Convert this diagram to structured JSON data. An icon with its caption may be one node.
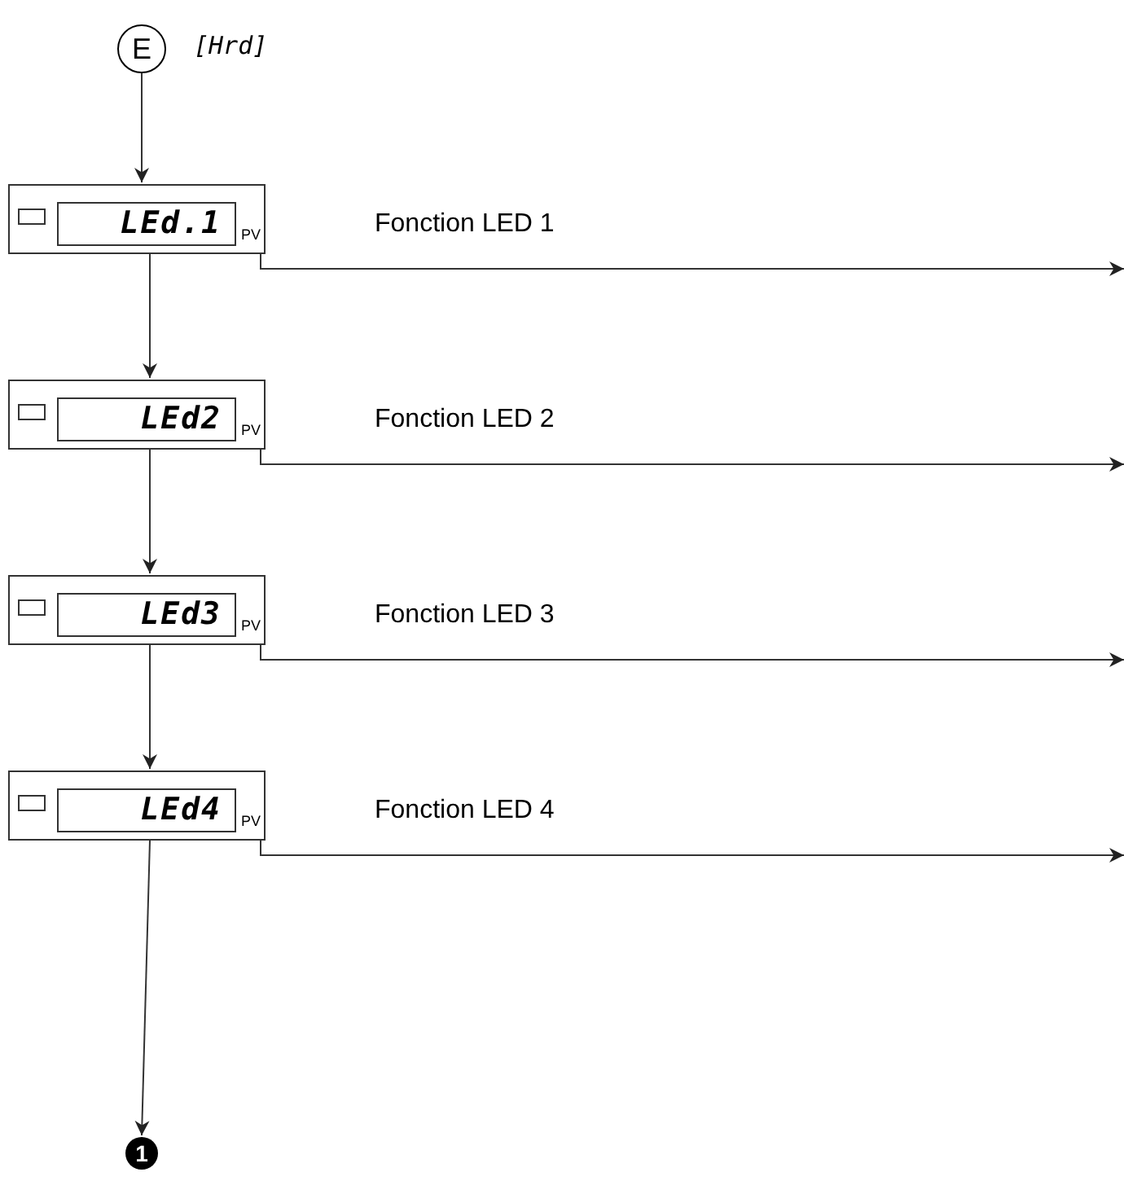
{
  "diagram": {
    "nodes": [
      {
        "text": [
          "E"
        ],
        "beside": [
          "[Hrd]"
        ]
      },
      {
        "text": [
          "LEd.1",
          "PV"
        ]
      },
      {
        "text": [
          "LEd2",
          "PV"
        ]
      },
      {
        "text": [
          "LEd3",
          "PV"
        ]
      },
      {
        "text": [
          "LEd4",
          "PV"
        ]
      },
      {
        "text": [
          "1"
        ]
      }
    ],
    "edges": [
      {
        "from": 0,
        "to": 1,
        "arrow": "to"
      },
      {
        "from": 1,
        "to": null,
        "arrow": "to",
        "label": "Fonction LED 1"
      },
      {
        "from": 1,
        "to": 2,
        "arrow": "to"
      },
      {
        "from": 2,
        "to": null,
        "arrow": "to",
        "label": "Fonction LED 2"
      },
      {
        "from": 2,
        "to": 3,
        "arrow": "to"
      },
      {
        "from": 3,
        "to": null,
        "arrow": "to",
        "label": "Fonction LED 3"
      },
      {
        "from": 3,
        "to": 4,
        "arrow": "to"
      },
      {
        "from": 4,
        "to": null,
        "arrow": "to",
        "label": "Fonction LED 4"
      },
      {
        "from": 4,
        "to": 5,
        "arrow": "to"
      }
    ]
  }
}
